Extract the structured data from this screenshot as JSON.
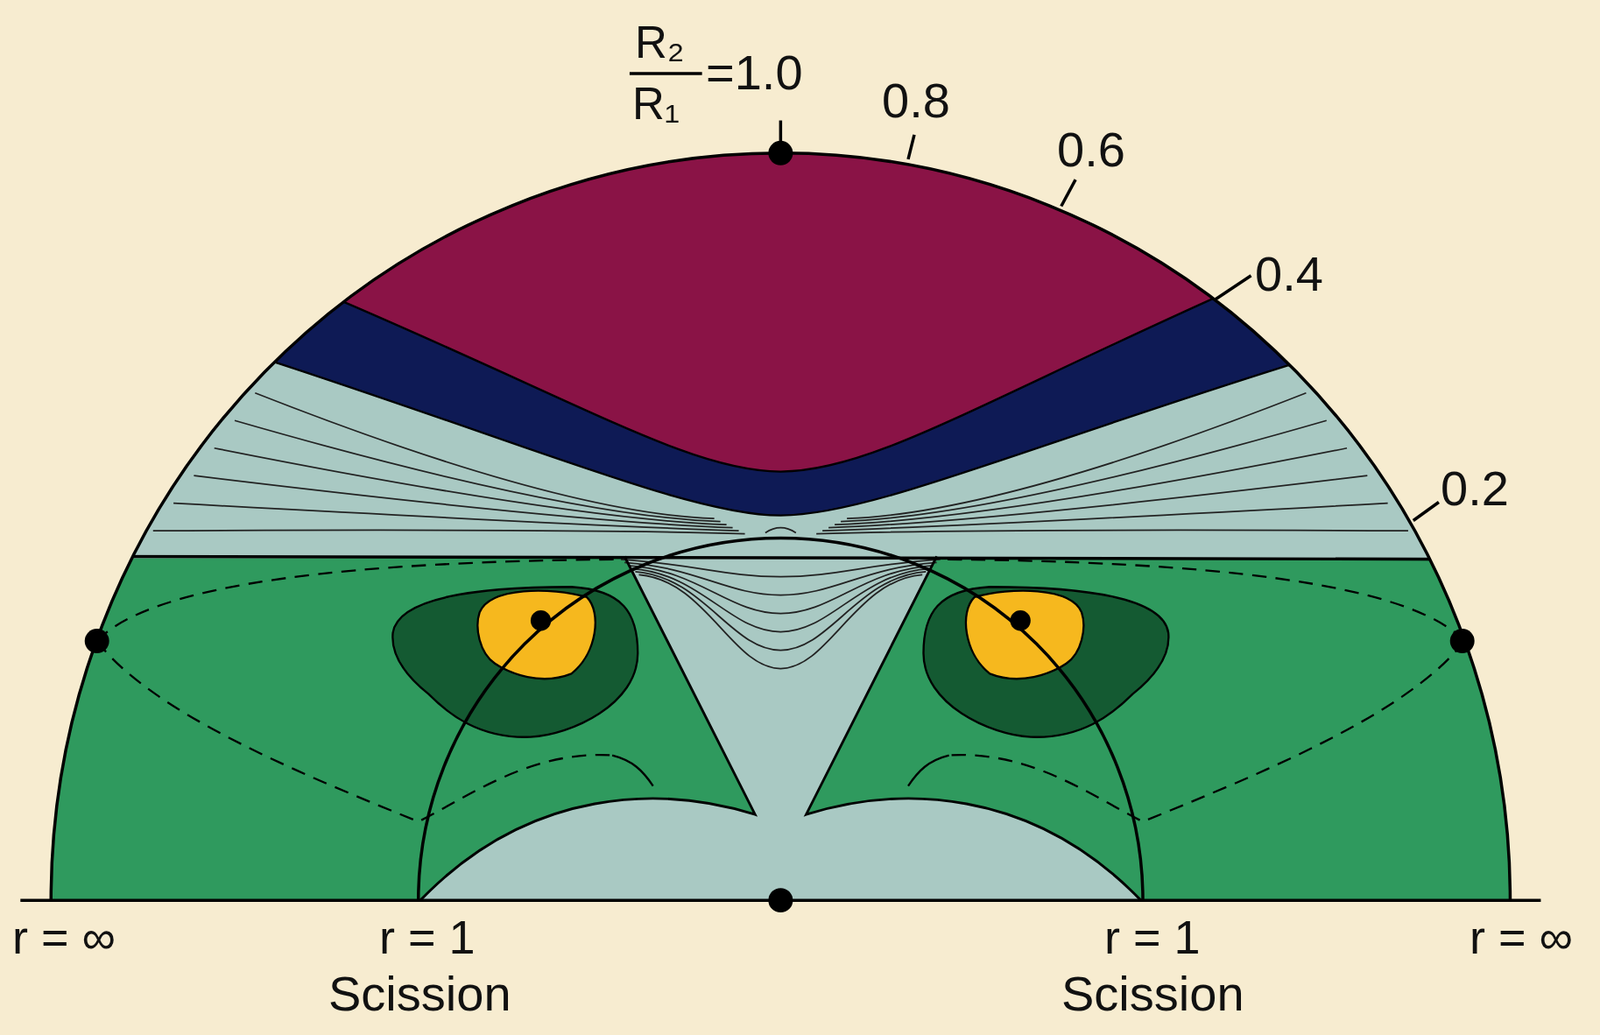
{
  "diagram": {
    "labels": [
      "R₂",
      "R₁",
      "=1.0",
      "0.8",
      "0.6",
      "0.4",
      "0.2",
      "r = ∞",
      "r = 1",
      "Scission",
      "r = 1",
      "Scission",
      "r = ∞"
    ]
  }
}
